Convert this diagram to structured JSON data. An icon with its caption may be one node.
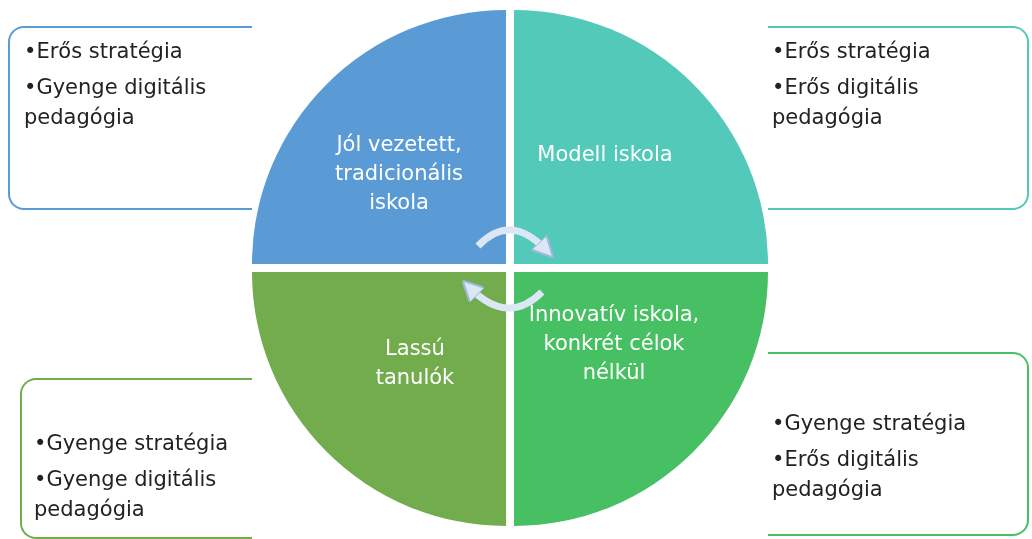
{
  "diagram": {
    "nodes": [
      {
        "text": [
          "•Erős stratégia",
          "•Gyenge digitális pedagógia"
        ]
      },
      {
        "text": [
          "•Erős stratégia",
          "•Erős digitális pedagógia"
        ]
      },
      {
        "text": [
          "Jól vezetett, tradicionális iskola"
        ]
      },
      {
        "text": [
          "Modell iskola"
        ]
      },
      {
        "text": [
          "Lassú tanulók"
        ]
      },
      {
        "text": [
          "Innovatív iskola, konkrét célok nélkül"
        ]
      },
      {
        "text": [
          "•Gyenge stratégia",
          "•Gyenge digitális pedagógia"
        ]
      },
      {
        "text": [
          "•Gyenge stratégia",
          "•Erős digitális pedagógia"
        ]
      }
    ],
    "edges": [
      {
        "from": 2,
        "to": 3,
        "arrow": "to"
      },
      {
        "from": 5,
        "to": 4,
        "arrow": "to"
      }
    ]
  }
}
